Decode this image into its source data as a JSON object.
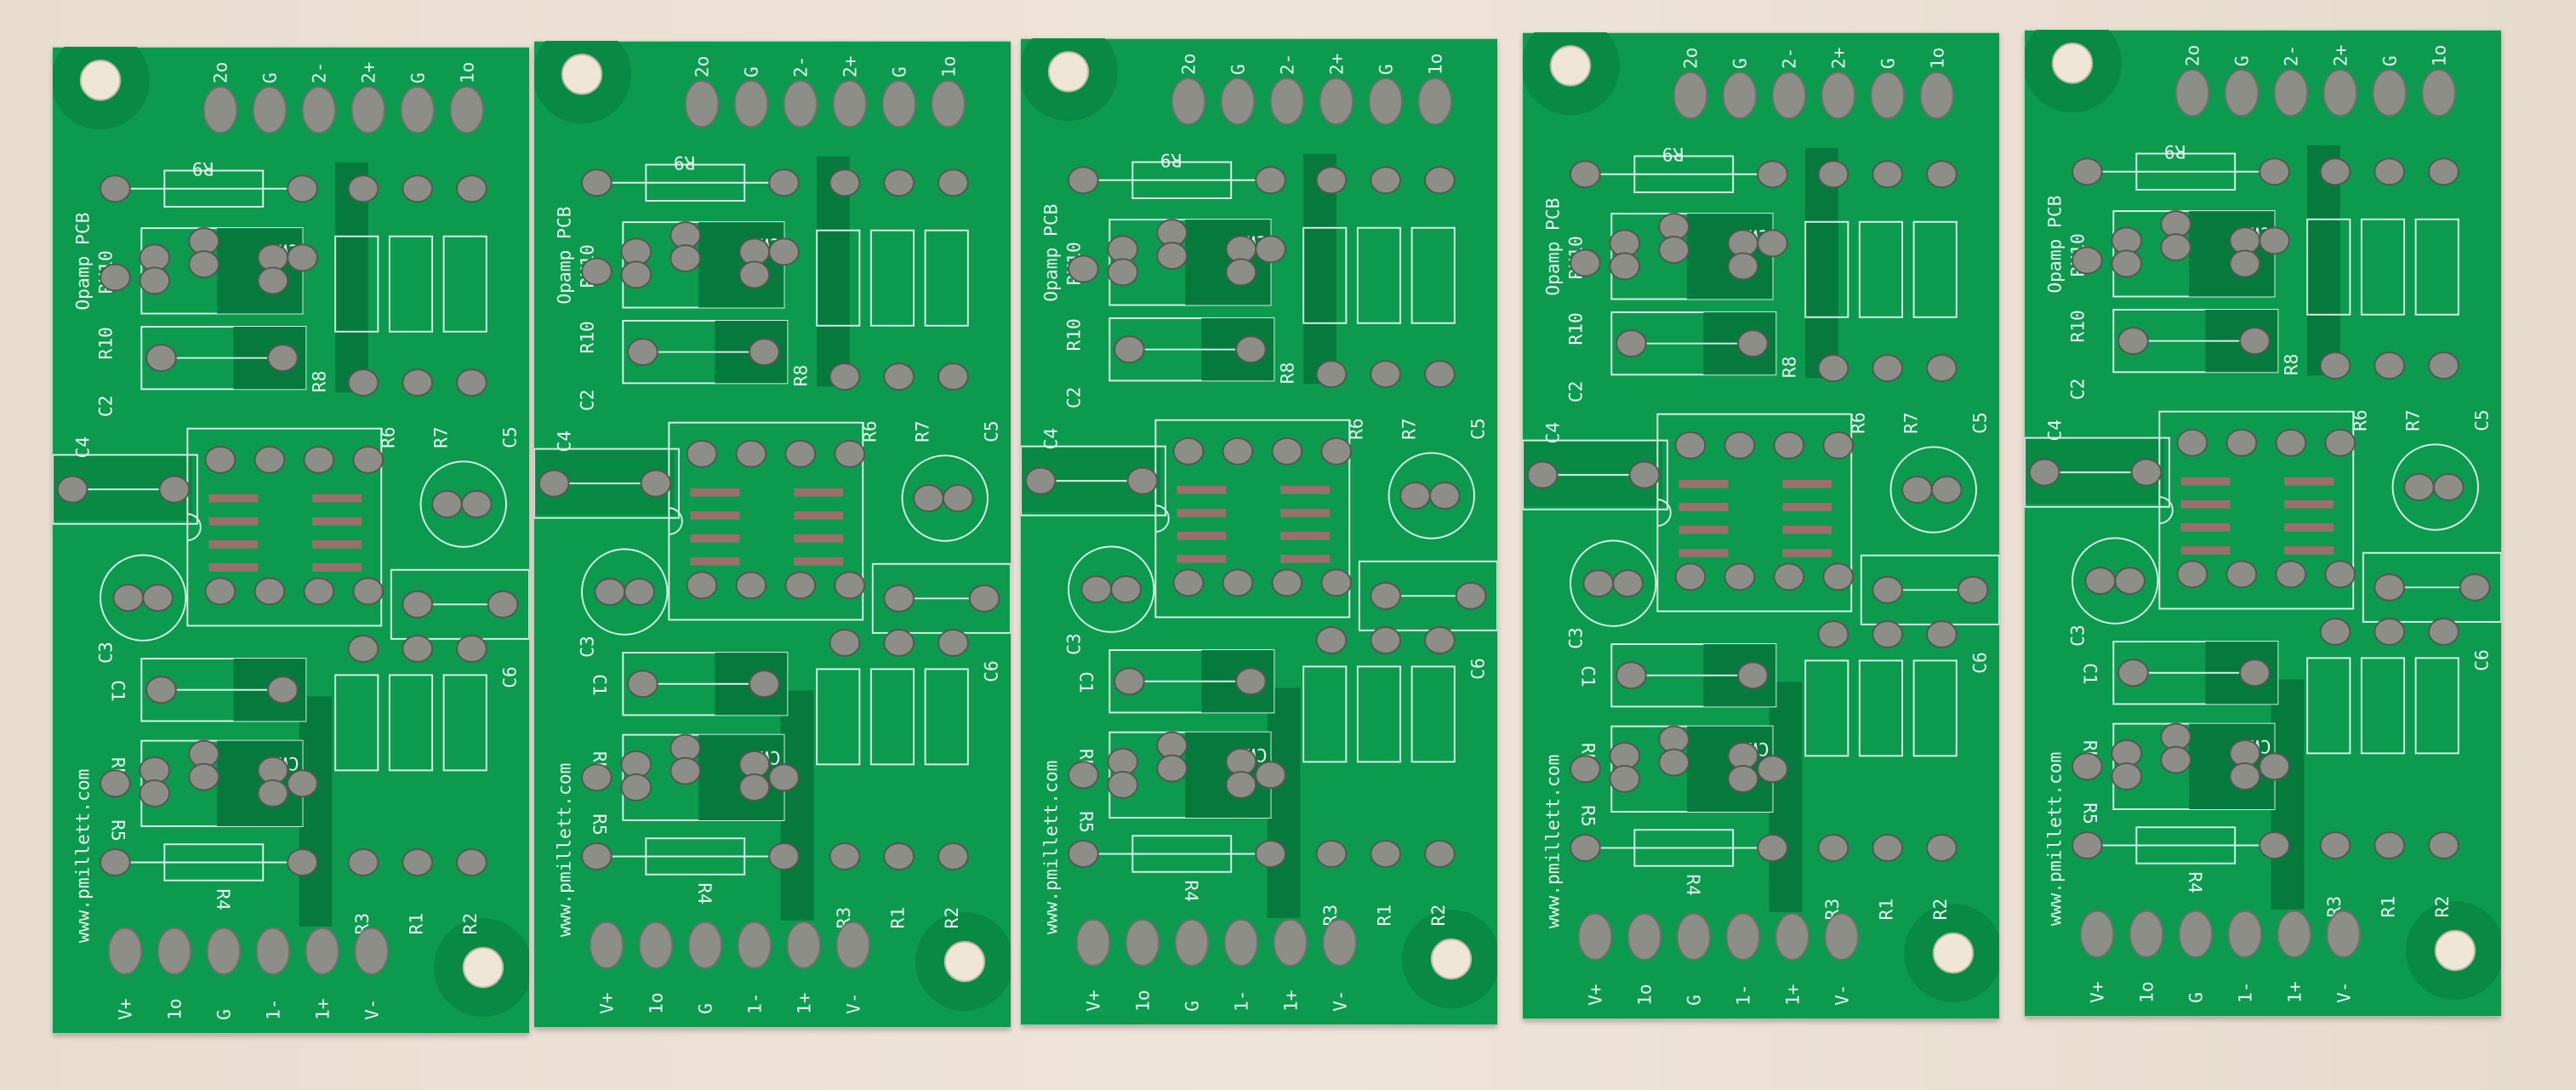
{
  "panel": {
    "board_count": 5,
    "colors": {
      "solder_mask": "#0b9a4e",
      "copper_pour": "#067a3c",
      "silkscreen": "#e8f5ef",
      "pad": "#8a8c86",
      "background": "#ebe0d3"
    },
    "silk": {
      "title": "Opamp PCB",
      "website": "www.pmillett.com",
      "top_header": [
        "2o",
        "G",
        "2-",
        "2+",
        "G",
        "1o"
      ],
      "bottom_header": [
        "V+",
        "1o",
        "G",
        "1-",
        "1+",
        "V-"
      ],
      "refs": {
        "R9": "R9",
        "RU10": "RU10",
        "R10": "R10",
        "CW": "CW",
        "C2": "C2",
        "C4": "C4",
        "R8": "R8",
        "R6": "R6",
        "R7": "R7",
        "C5": "C5",
        "C3": "C3",
        "C6": "C6",
        "C1": "C1",
        "RU5": "RU5",
        "R5": "R5",
        "R4": "R4",
        "R3": "R3",
        "R1": "R1",
        "R2": "R2"
      }
    }
  }
}
